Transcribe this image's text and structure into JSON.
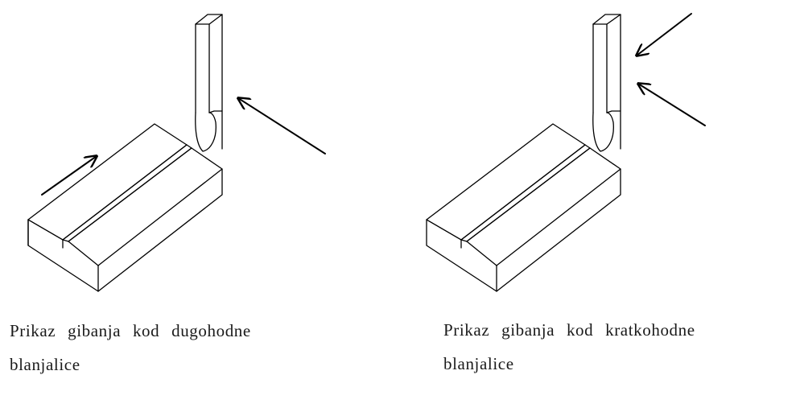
{
  "figures": [
    {
      "caption_line1": "Prikaz gibanja kod dugohodne",
      "caption_line2": "blanjalice"
    },
    {
      "caption_line1": "Prikaz gibanja kod kratkohodne",
      "caption_line2": "blanjalice"
    }
  ],
  "colors": {
    "line": "#000000",
    "background": "#ffffff"
  }
}
